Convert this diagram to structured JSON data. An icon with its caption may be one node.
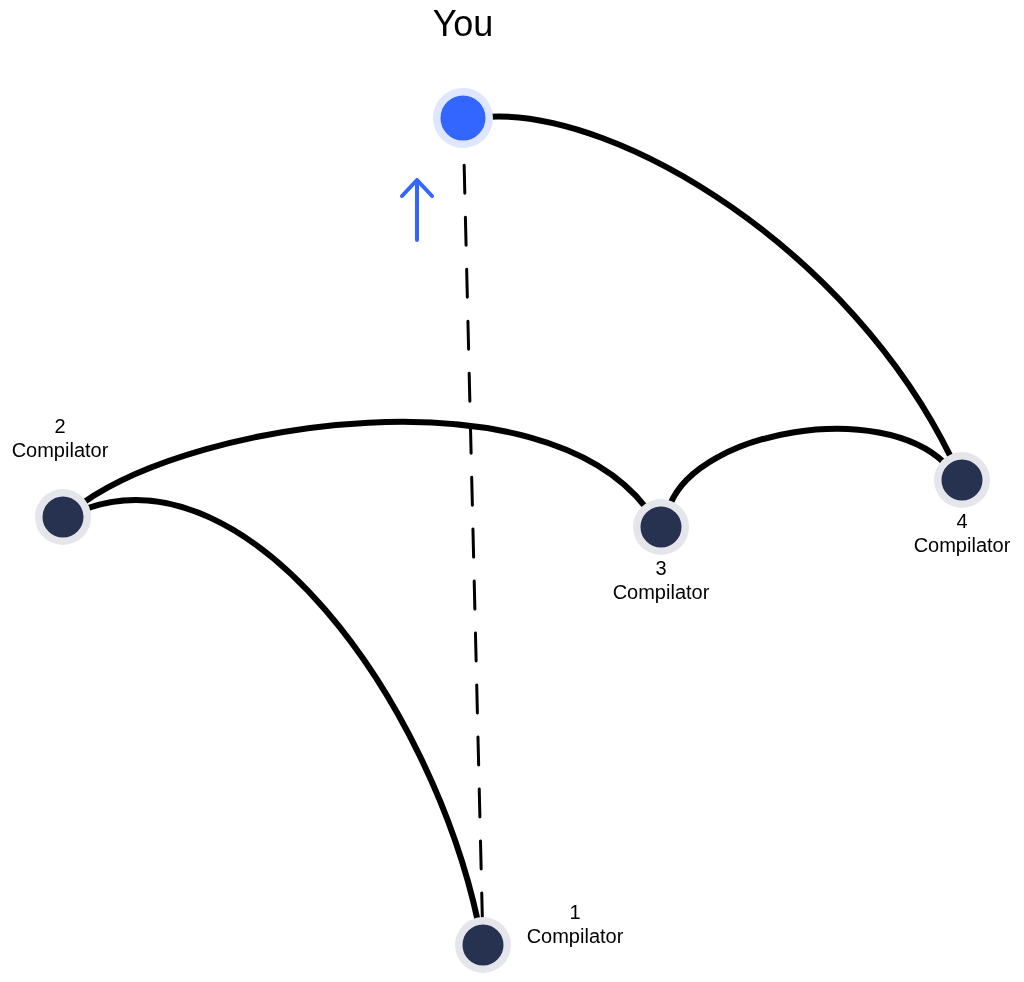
{
  "diagram": {
    "nodes": [
      {
        "text": [
          "You"
        ]
      },
      {
        "text": [
          "2",
          "Compilator"
        ]
      },
      {
        "text": [
          "3",
          "Compilator"
        ]
      },
      {
        "text": [
          "4",
          "Compilator"
        ]
      },
      {
        "text": [
          "1",
          "Compilator"
        ]
      }
    ],
    "edges": [
      {
        "from": 4,
        "to": 1,
        "arrow": "none"
      },
      {
        "from": 1,
        "to": 2,
        "arrow": "none"
      },
      {
        "from": 2,
        "to": 3,
        "arrow": "none"
      },
      {
        "from": 3,
        "to": 0,
        "arrow": "none"
      },
      {
        "from": 4,
        "to": 0,
        "arrow": "none",
        "style": "dashed"
      }
    ]
  }
}
